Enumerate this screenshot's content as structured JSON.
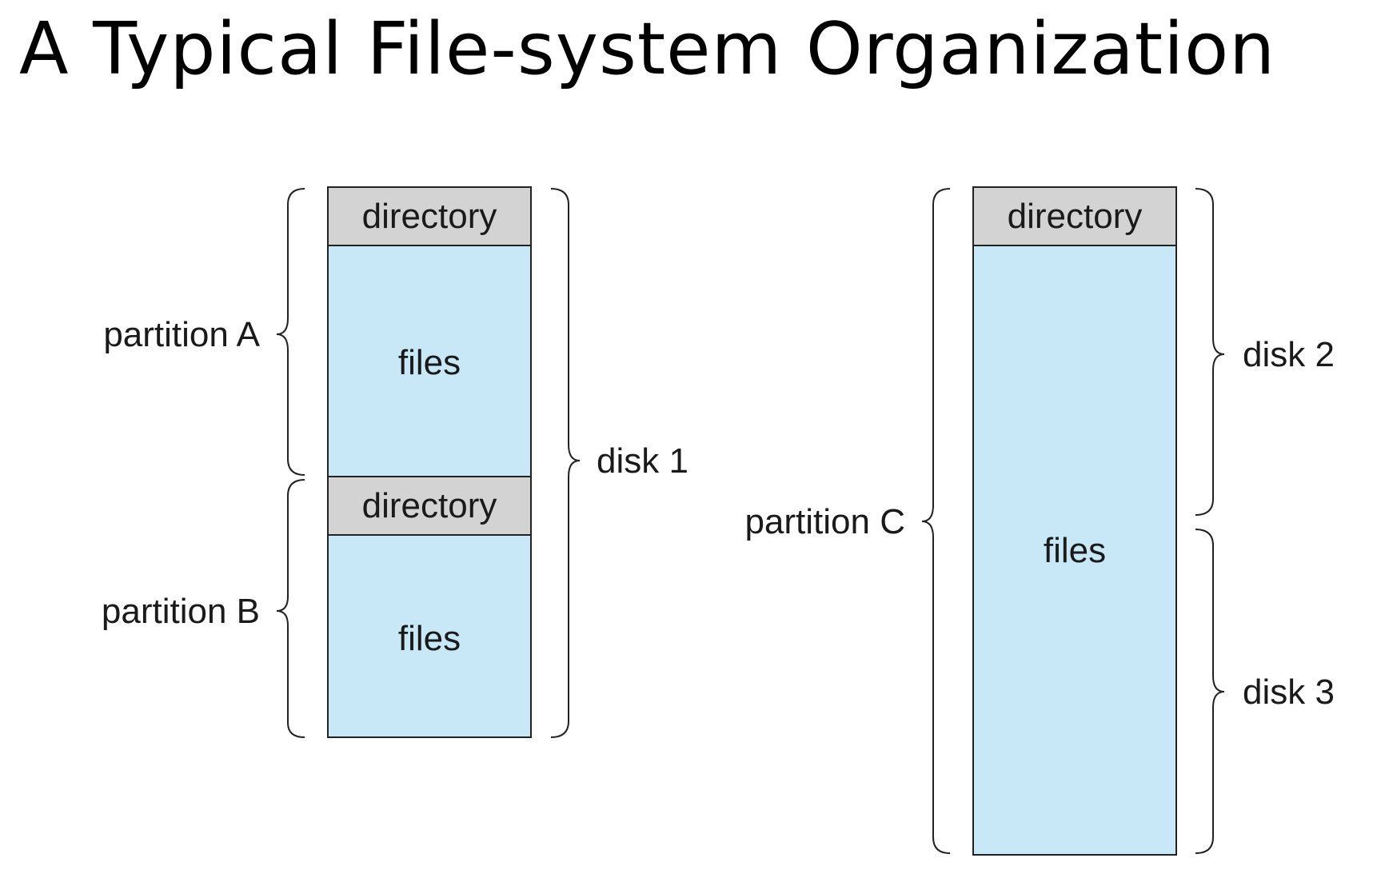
{
  "title": "A Typical File-system Organization",
  "colors": {
    "directory_fill": "#d3d3d3",
    "files_fill": "#c8e8f8",
    "line": "#222222"
  },
  "disk_group_1": {
    "partition_a": {
      "label": "partition A",
      "directory_label": "directory",
      "files_label": "files"
    },
    "partition_b": {
      "label": "partition B",
      "directory_label": "directory",
      "files_label": "files"
    },
    "disk_label": "disk 1"
  },
  "disk_group_2": {
    "partition_c": {
      "label": "partition C",
      "directory_label": "directory",
      "files_label": "files"
    },
    "disk_2_label": "disk 2",
    "disk_3_label": "disk 3"
  }
}
